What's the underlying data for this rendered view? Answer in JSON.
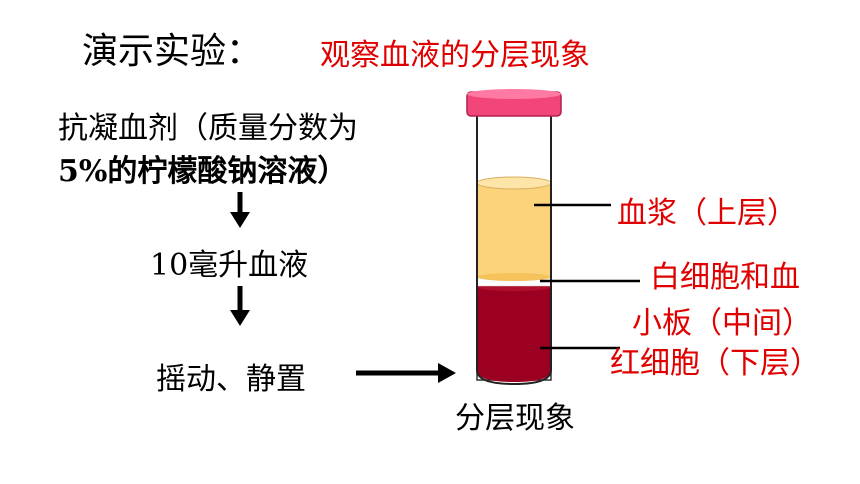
{
  "title": {
    "main": "演示实验：",
    "sub": "观察血液的分层现象"
  },
  "steps": {
    "step1_line1": "抗凝血剂（质量分数为",
    "step1_line2": "5%的柠檬酸钠溶液）",
    "step2": "10毫升血液",
    "step3": "摇动、静置"
  },
  "tube": {
    "caption": "分层现象",
    "layers": [
      {
        "name": "plasma",
        "label": "血浆（上层）",
        "color": "#fcd27a"
      },
      {
        "name": "buffy-coat",
        "label_line1": "白细胞和血",
        "label_line2": "小板（中间）",
        "color": "#ffffff"
      },
      {
        "name": "red-cells",
        "label": "红细胞（下层）",
        "color": "#9b0022"
      }
    ],
    "cap_color": "#f2457a"
  },
  "colors": {
    "accent_red": "#e00000",
    "arrow": "#000000"
  }
}
